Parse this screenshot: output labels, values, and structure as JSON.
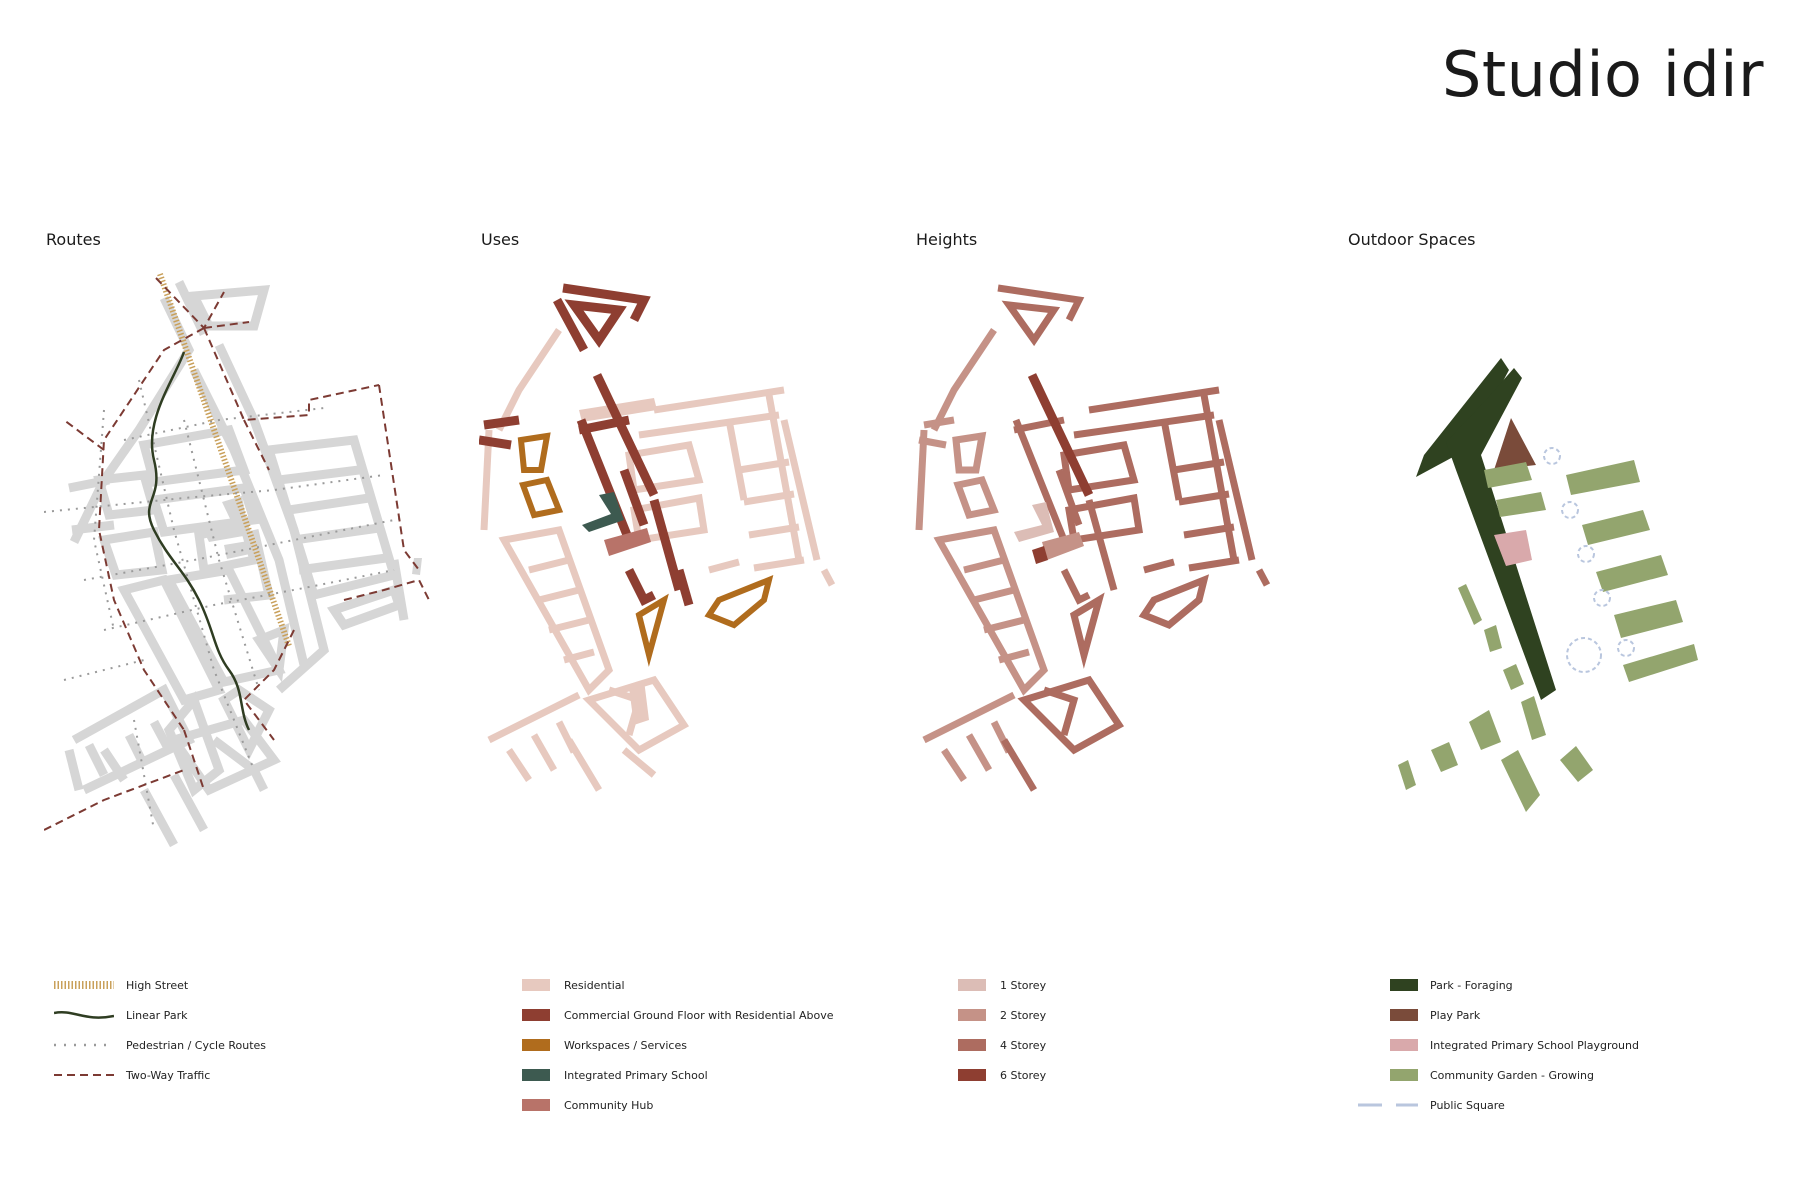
{
  "brand": "Studio idir",
  "colors": {
    "grey": "#d6d6d6",
    "high_street": "#c9a05a",
    "linear_park": "#2f3d22",
    "pedestrian": "#9a9a9a",
    "traffic": "#7c3a33",
    "residential": "#e7c9bf",
    "commercial": "#8e3e31",
    "workspaces": "#b06c1d",
    "school": "#3d5a50",
    "hub": "#b87369",
    "h1": "#dcbdb6",
    "h2": "#c59287",
    "h4": "#ad6c60",
    "h6": "#8e3e31",
    "park_foraging": "#2f4220",
    "play_park": "#7a4b3a",
    "playground": "#d9a9ab",
    "garden": "#93a56e",
    "public_square": "#b9c6de"
  },
  "panels": [
    {
      "title": "Routes",
      "legend": [
        {
          "label": "High Street",
          "symbol": "hatch-line"
        },
        {
          "label": "Linear Park",
          "symbol": "wavy-line"
        },
        {
          "label": "Pedestrian / Cycle Routes",
          "symbol": "dotted-line"
        },
        {
          "label": "Two-Way Traffic",
          "symbol": "dashed-line"
        }
      ]
    },
    {
      "title": "Uses",
      "legend": [
        {
          "label": "Residential",
          "color": "#e7c9bf"
        },
        {
          "label": "Commercial Ground Floor with Residential Above",
          "color": "#8e3e31"
        },
        {
          "label": "Workspaces / Services",
          "color": "#b06c1d"
        },
        {
          "label": "Integrated Primary School",
          "color": "#3d5a50"
        },
        {
          "label": "Community Hub",
          "color": "#b87369"
        }
      ]
    },
    {
      "title": "Heights",
      "legend": [
        {
          "label": "1 Storey",
          "color": "#dcbdb6"
        },
        {
          "label": "2 Storey",
          "color": "#c59287"
        },
        {
          "label": "4 Storey",
          "color": "#ad6c60"
        },
        {
          "label": "6 Storey",
          "color": "#8e3e31"
        }
      ]
    },
    {
      "title": "Outdoor Spaces",
      "legend": [
        {
          "label": "Park - Foraging",
          "color": "#2f4220"
        },
        {
          "label": "Play Park",
          "color": "#7a4b3a"
        },
        {
          "label": "Integrated Primary School Playground",
          "color": "#d9a9ab"
        },
        {
          "label": "Community Garden - Growing",
          "color": "#93a56e"
        },
        {
          "label": "Public Square",
          "color": "#b9c6de",
          "symbol": "dash-pair"
        }
      ]
    }
  ]
}
